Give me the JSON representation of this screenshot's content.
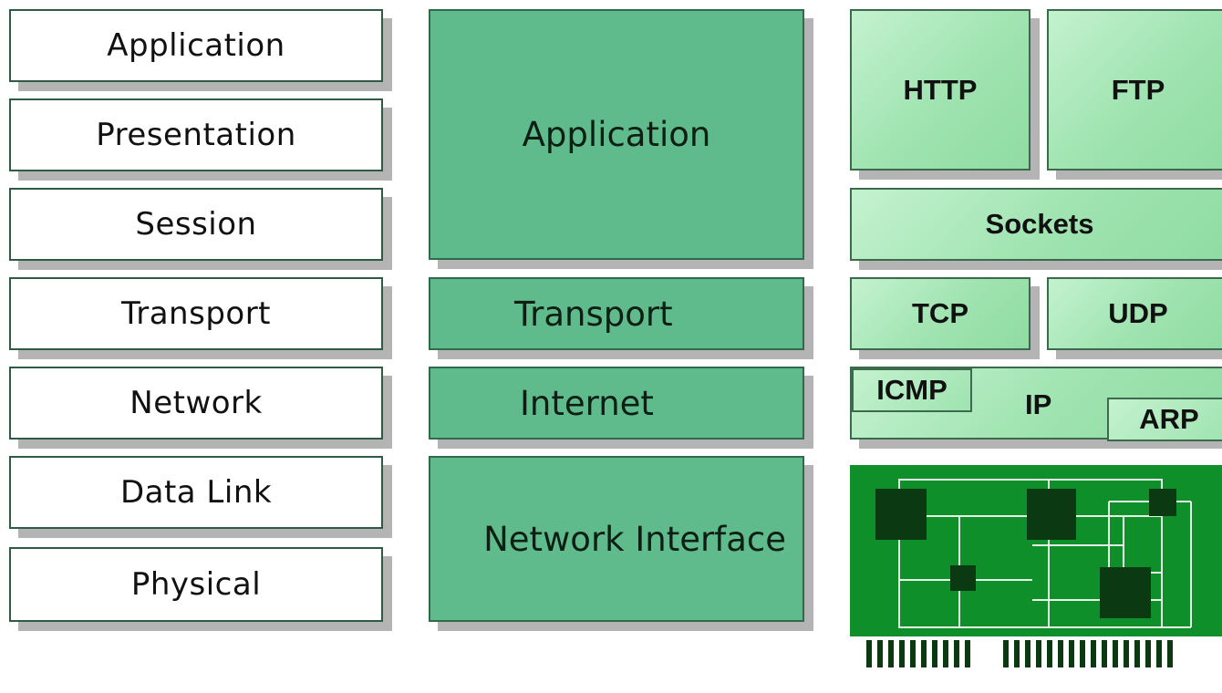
{
  "osi_layers": [
    "Application",
    "Presentation",
    "Session",
    "Transport",
    "Network",
    "Data Link",
    "Physical"
  ],
  "tcpip_layers": {
    "application": "Application",
    "transport": "Transport",
    "internet": "Internet",
    "network_interface": "Network Interface"
  },
  "protocols": {
    "http": "HTTP",
    "ftp": "FTP",
    "sockets": "Sockets",
    "tcp": "TCP",
    "udp": "UDP",
    "icmp": "ICMP",
    "ip": "IP",
    "arp": "ARP"
  },
  "network_card_icon": "network-interface-card-icon",
  "colors": {
    "tcpip_layer": "#5fbb8c",
    "protocol_box": "#a8e6b8",
    "circuit_board": "#0f8f2a",
    "chip": "#0b3a12",
    "shadow": "#b4b4b4"
  }
}
